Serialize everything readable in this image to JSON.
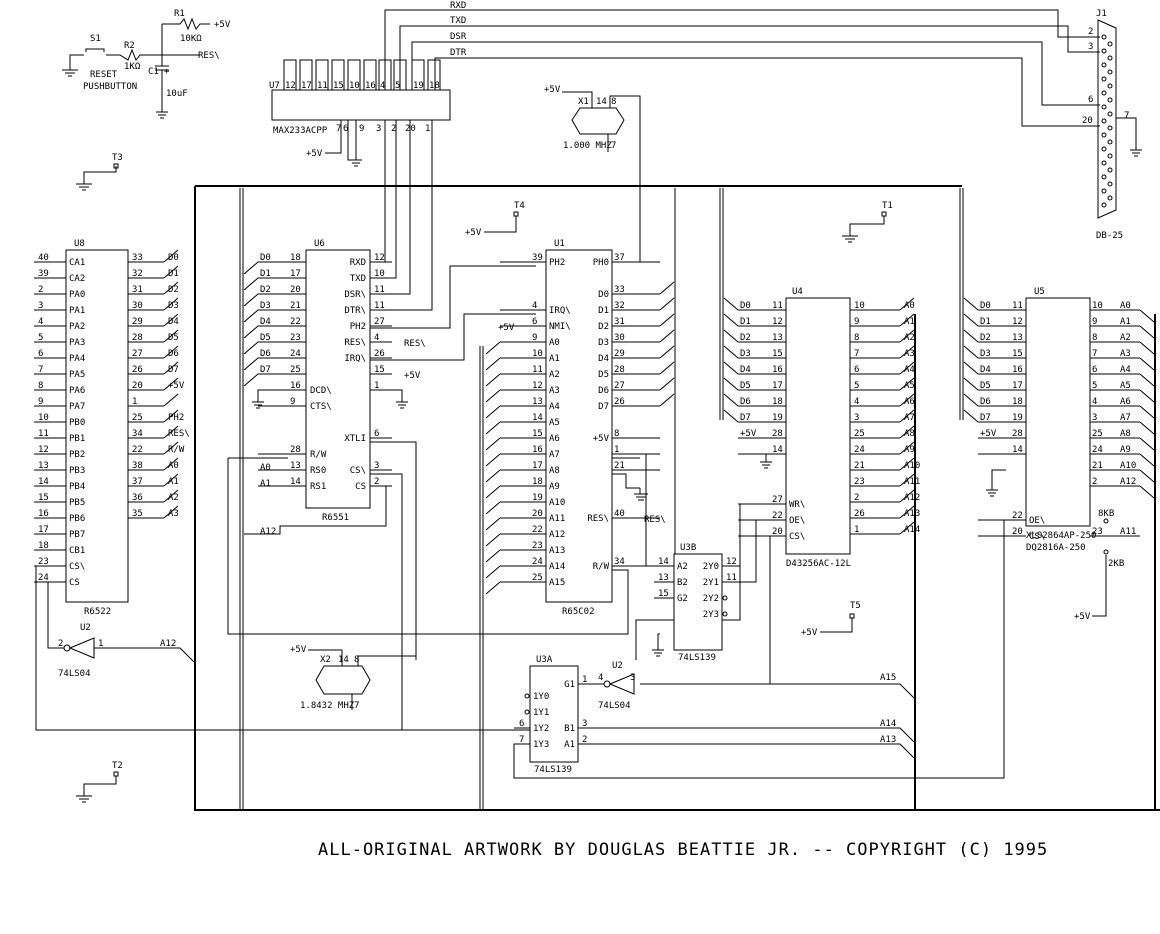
{
  "copyright": "ALL-ORIGINAL ARTWORK BY DOUGLAS BEATTIE JR.  --  COPYRIGHT (C) 1995",
  "misc": {
    "s1": "S1",
    "reset1": "RESET",
    "reset2": "PUSHBUTTON",
    "r1": "R1",
    "r1val": "10KΩ",
    "r2": "R2",
    "r2val": "1KΩ",
    "c1": "C1",
    "c1val": "10uF",
    "plus5": "+5V",
    "resn": "RES\\",
    "t1": "T1",
    "t2": "T2",
    "t3": "T3",
    "t4": "T4",
    "t5": "T5",
    "rxd": "RXD",
    "txd": "TXD",
    "dsr": "DSR",
    "dtr": "DTR",
    "j1": "J1",
    "db25": "DB-25",
    "j1_2": "2",
    "j1_3": "3",
    "j1_6": "6",
    "j1_20": "20",
    "j1_7": "7",
    "x1": "X1",
    "x1freq": "1.000 MHZ",
    "x2": "X2",
    "x2freq": "1.8432 MHZ",
    "p14": "14",
    "p8": "8",
    "p7": "7",
    "n8kb": "8KB",
    "n2kb": "2KB",
    "plus": "+"
  },
  "chips": {
    "u7": {
      "name": "U7",
      "part": "MAX233ACPP",
      "top": [
        "12",
        "17",
        "11",
        "15",
        "10",
        "16",
        "4",
        "5",
        "19",
        "18"
      ],
      "bot": [
        "7",
        "6",
        "9",
        "3",
        "2",
        "20",
        "1"
      ]
    },
    "u8": {
      "name": "U8",
      "part": "R6522",
      "left_pins": [
        "40",
        "39",
        "2",
        "3",
        "4",
        "5",
        "6",
        "7",
        "8",
        "9",
        "10",
        "11",
        "12",
        "13",
        "14",
        "15",
        "16",
        "17",
        "18",
        "23",
        "24"
      ],
      "left_sig": [
        "CA1",
        "CA2",
        "PA0",
        "PA1",
        "PA2",
        "PA3",
        "PA4",
        "PA5",
        "PA6",
        "PA7",
        "PB0",
        "PB1",
        "PB2",
        "PB3",
        "PB4",
        "PB5",
        "PB6",
        "PB7",
        "CB1",
        "CS\\",
        "CS"
      ],
      "right_pins": [
        "33",
        "32",
        "31",
        "30",
        "29",
        "28",
        "27",
        "26",
        "20",
        "1",
        "25",
        "34",
        "22",
        "38",
        "37",
        "36",
        "35"
      ],
      "right_sig": [
        "D0",
        "D1",
        "D2",
        "D3",
        "D4",
        "D5",
        "D6",
        "D7",
        "+5V",
        "",
        "PH2",
        "RES\\",
        "R/W",
        "A0",
        "A1",
        "A2",
        "A3"
      ]
    },
    "u6": {
      "name": "U6",
      "part": "R6551",
      "left_pins": [
        "18",
        "17",
        "20",
        "21",
        "22",
        "23",
        "24",
        "25",
        "16",
        "9",
        "28",
        "13",
        "14"
      ],
      "left_sig": [
        "D0",
        "D1",
        "D2",
        "D3",
        "D4",
        "D5",
        "D6",
        "D7",
        "DCD\\",
        "CTS\\",
        "R/W",
        "RS0",
        "RS1"
      ],
      "right_pins": [
        "12",
        "10",
        "11",
        "11",
        "27",
        "4",
        "26",
        "15",
        "1",
        "6",
        "3",
        "2"
      ],
      "right_sig": [
        "RXD",
        "TXD",
        "DSR\\",
        "DTR\\",
        "PH2",
        "RES\\",
        "IRQ\\",
        "",
        "",
        "XTLI",
        "CS\\",
        "CS"
      ],
      "extra": {
        "a0": "A0",
        "a1": "A1",
        "a12": "A12",
        "resn": "RES\\",
        "p5": "+5V"
      }
    },
    "u1": {
      "name": "U1",
      "part": "R65C02",
      "left_pins": [
        "39",
        "4",
        "6",
        "9",
        "10",
        "11",
        "12",
        "13",
        "14",
        "15",
        "16",
        "17",
        "18",
        "19",
        "20",
        "22",
        "23",
        "24",
        "25"
      ],
      "left_sig": [
        "PH2",
        "IRQ\\",
        "NMI\\",
        "A0",
        "A1",
        "A2",
        "A3",
        "A4",
        "A5",
        "A6",
        "A7",
        "A8",
        "A9",
        "A10",
        "A11",
        "A12",
        "A13",
        "A14",
        "A15"
      ],
      "right_pins": [
        "37",
        "33",
        "32",
        "31",
        "30",
        "29",
        "28",
        "27",
        "26",
        "8",
        "1",
        "21",
        "40",
        "34"
      ],
      "right_sig": [
        "PH0",
        "D0",
        "D1",
        "D2",
        "D3",
        "D4",
        "D5",
        "D6",
        "D7",
        "+5V",
        "",
        "",
        "RES\\",
        "R/W"
      ]
    },
    "u4": {
      "name": "U4",
      "part": "D43256AC-12L",
      "left_pins": [
        "11",
        "12",
        "13",
        "15",
        "16",
        "17",
        "18",
        "19",
        "28",
        "14",
        "27",
        "22",
        "20"
      ],
      "left_sig": [
        "D0",
        "D1",
        "D2",
        "D3",
        "D4",
        "D5",
        "D6",
        "D7",
        "+5V",
        "",
        "WR\\",
        "OE\\",
        "CS\\"
      ],
      "right_pins": [
        "10",
        "9",
        "8",
        "7",
        "6",
        "5",
        "4",
        "3",
        "25",
        "24",
        "21",
        "23",
        "2",
        "26",
        "1"
      ],
      "right_sig": [
        "A0",
        "A1",
        "A2",
        "A3",
        "A4",
        "A5",
        "A6",
        "A7",
        "A8",
        "A9",
        "A10",
        "A11",
        "A12",
        "A13",
        "A14"
      ]
    },
    "u5": {
      "name": "U5",
      "part": "XLS2864AP-250",
      "part2": "DQ2816A-250",
      "left_pins": [
        "11",
        "12",
        "13",
        "15",
        "16",
        "17",
        "18",
        "19",
        "28",
        "14",
        "22",
        "20"
      ],
      "left_sig": [
        "D0",
        "D1",
        "D2",
        "D3",
        "D4",
        "D5",
        "D6",
        "D7",
        "+5V",
        "",
        "OE\\",
        "CS\\"
      ],
      "right_pins": [
        "10",
        "9",
        "8",
        "7",
        "6",
        "5",
        "4",
        "3",
        "25",
        "24",
        "21",
        "2",
        "23"
      ],
      "right_sig": [
        "A0",
        "A1",
        "A2",
        "A3",
        "A4",
        "A5",
        "A6",
        "A7",
        "A8",
        "A9",
        "A10",
        "A12",
        "A11"
      ]
    },
    "u3b": {
      "name": "U3B",
      "part": "74LS139",
      "left_pins": [
        "14",
        "13",
        "15"
      ],
      "left_sig": [
        "A2",
        "B2",
        "G2"
      ],
      "right_pins": [
        "12",
        "11",
        "",
        ""
      ],
      "right_sig": [
        "2Y0",
        "2Y1",
        "2Y2",
        "2Y3"
      ]
    },
    "u3a": {
      "name": "U3A",
      "part": "74LS139",
      "left_sig": [
        "1Y0",
        "1Y1",
        "1Y2",
        "1Y3"
      ],
      "left_pins": [
        "",
        "",
        "6",
        "7"
      ],
      "right_pins": [
        "1",
        "3",
        "2"
      ],
      "right_sig": [
        "G1",
        "B1",
        "A1"
      ],
      "extra": {
        "a15": "A15",
        "a14": "A14",
        "a13": "A13"
      }
    },
    "u2a": {
      "name": "U2",
      "part": "74LS04",
      "in": "2",
      "out": "1",
      "a12": "A12"
    },
    "u2b": {
      "name": "U2",
      "part": "74LS04",
      "in": "4",
      "out": "3"
    }
  }
}
